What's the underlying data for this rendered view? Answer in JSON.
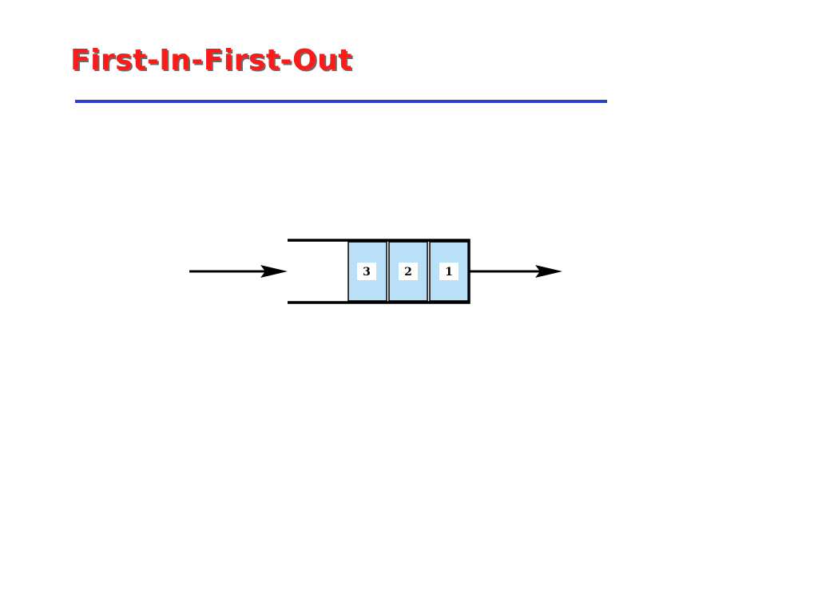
{
  "slide": {
    "title": "First-In-First-Out"
  },
  "diagram": {
    "queue_items": [
      "3",
      "2",
      "1"
    ],
    "colors": {
      "title": "#ff1a1a",
      "rule": "#2b3fcc",
      "item_fill": "#b9e0f7",
      "line": "#000000"
    }
  }
}
